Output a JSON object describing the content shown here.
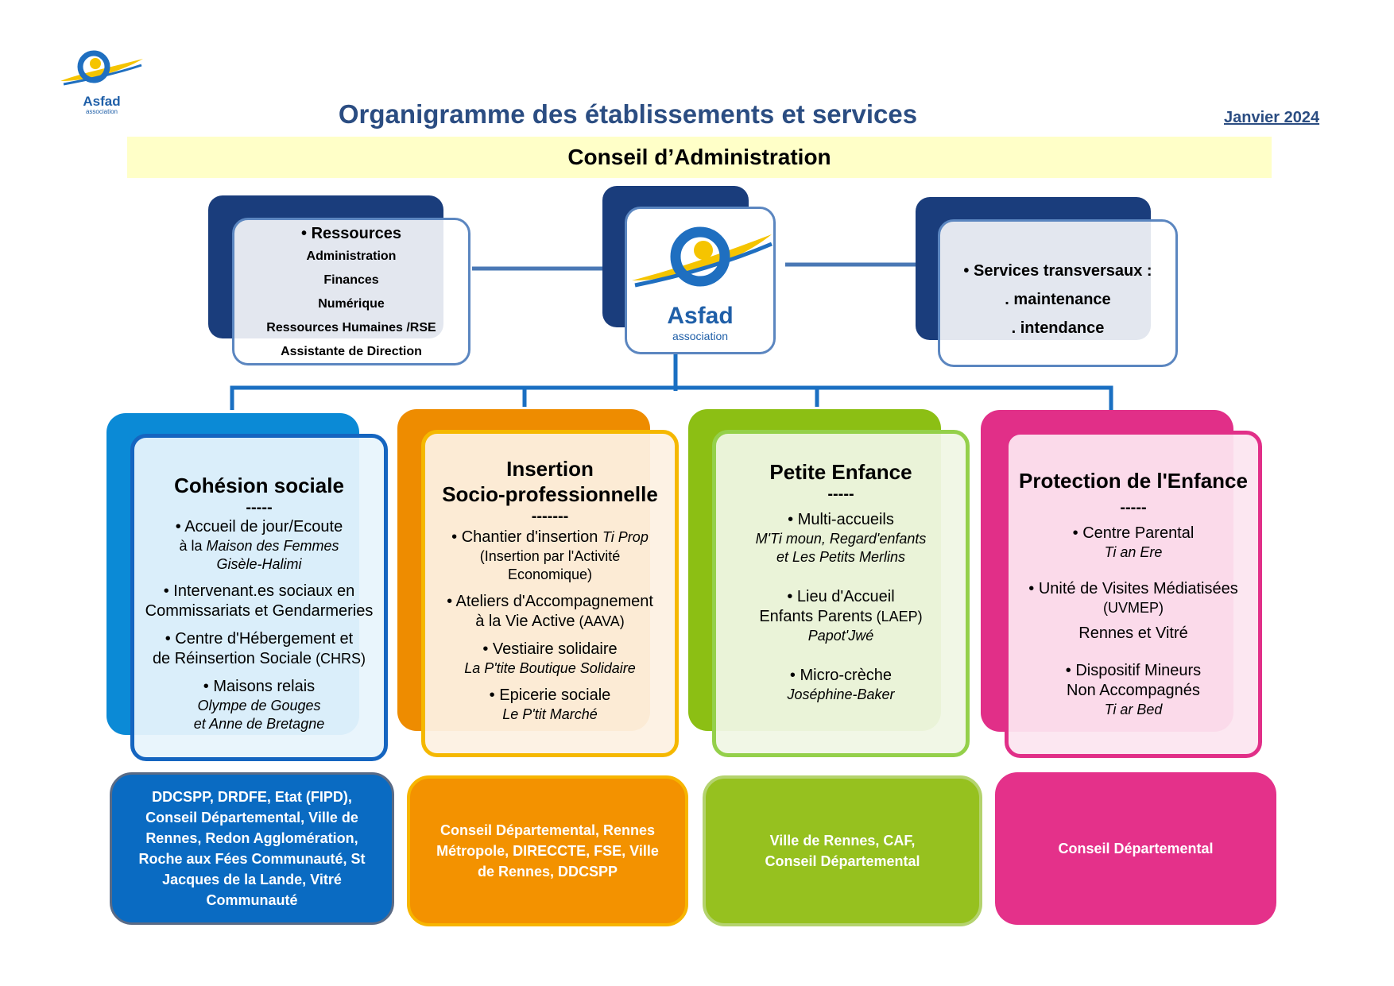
{
  "header": {
    "logo_text": "Asfad",
    "logo_sub": "association",
    "title": "Organigramme des établissements et services",
    "date": "Janvier 2024"
  },
  "board": {
    "label": "Conseil d’Administration"
  },
  "center": {
    "logo_text": "Asfad",
    "logo_sub": "association"
  },
  "resources": {
    "heading": "• Ressources",
    "items": [
      "Administration",
      "Finances",
      "Numérique",
      "Ressources Humaines /RSE",
      "Assistante de Direction"
    ]
  },
  "transverse": {
    "heading": "• Services transversaux :",
    "items": [
      ". maintenance",
      ". intendance"
    ]
  },
  "poles": [
    {
      "title": "Cohésion sociale",
      "dash": "-----",
      "items": [
        {
          "main": "• Accueil de jour/Ecoute",
          "sub_pre": "à la ",
          "italic": "Maison des Femmes",
          "italic2": "Gisèle-Halimi"
        },
        {
          "main": "• Intervenant.es sociaux en",
          "main2": "Commissariats et Gendarmeries"
        },
        {
          "main": "• Centre d'Hébergement et",
          "main2": "de Réinsertion Sociale",
          "small": " (CHRS)"
        },
        {
          "main": "• Maisons relais",
          "italic": "Olympe de Gouges",
          "italic2": "et Anne de Bretagne"
        }
      ],
      "funders": "DDCSPP, DRDFE, Etat (FIPD), Conseil Départemental, Ville de Rennes, Redon Agglomération, Roche aux Fées Communauté, St Jacques de la Lande, Vitré Communauté",
      "colors": {
        "dark": "#0b8ad6",
        "border": "#1565c0",
        "fill": "#e3f2fb",
        "fund": "#0a6bc2"
      }
    },
    {
      "title": "Insertion",
      "title2": "Socio-professionnelle",
      "dash": "-------",
      "items": [
        {
          "main": "• Chantier d'insertion ",
          "main_italic": "Ti Prop",
          "sub": "(Insertion par l'Activité",
          "sub2": "Economique)"
        },
        {
          "main": "• Ateliers d'Accompagnement",
          "main2": "à la Vie Active",
          "small": " (AAVA)"
        },
        {
          "main": "• Vestiaire solidaire",
          "italic": "La P'tite Boutique Solidaire"
        },
        {
          "main": "• Epicerie sociale",
          "italic": "Le P'tit Marché"
        }
      ],
      "funders": "Conseil Départemental, Rennes Métropole, DIRECCTE, FSE, Ville de Rennes, DDCSPP",
      "colors": {
        "dark": "#ee8c00",
        "border": "#f5b800",
        "fill": "#fdf1e0",
        "fund": "#f39200"
      }
    },
    {
      "title": "Petite Enfance",
      "dash": "-----",
      "items": [
        {
          "main": "• Multi-accueils",
          "italic": "M'Ti moun, Regard'enfants",
          "italic2": "et Les Petits Merlins"
        },
        {
          "main": "• Lieu d'Accueil",
          "main2": "Enfants Parents",
          "small": " (LAEP)",
          "italic": "Papot'Jwé"
        },
        {
          "main": "• Micro-crèche",
          "italic": "Joséphine-Baker"
        }
      ],
      "funders": "Ville de Rennes, CAF, Conseil Départemental",
      "colors": {
        "dark": "#8cbf14",
        "border": "#94d04a",
        "fill": "#eef5df",
        "fund": "#96c11f"
      }
    },
    {
      "title": "Protection de l'Enfance",
      "dash": "-----",
      "items": [
        {
          "main": "• Centre Parental",
          "italic": "Ti an Ere"
        },
        {
          "main": "• Unité de Visites Médiatisées",
          "sub": "(UVMEP)",
          "main3": "Rennes et Vitré"
        },
        {
          "main": "• Dispositif Mineurs",
          "main2": "Non Accompagnés",
          "italic": "Ti ar Bed"
        }
      ],
      "funders": "Conseil Départemental",
      "colors": {
        "dark": "#e12f88",
        "border": "#e12f88",
        "fill": "#fce5f0",
        "fund": "#e4318a"
      }
    }
  ]
}
